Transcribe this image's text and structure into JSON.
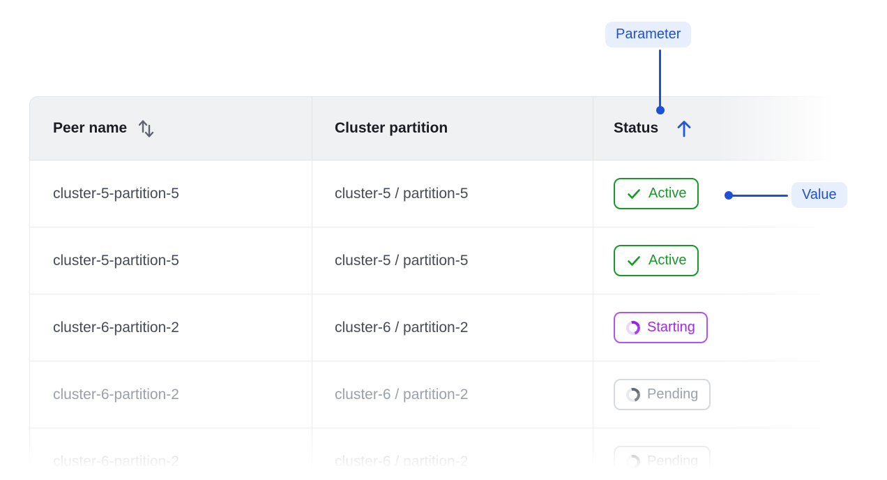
{
  "annotations": {
    "parameter_label": "Parameter",
    "value_label": "Value",
    "accent_color": "#1d4fd8",
    "pill_bg": "#e8effc"
  },
  "table": {
    "columns": [
      {
        "label": "Peer name",
        "sort_icon": "up-down-gray",
        "sort_state": "sortable"
      },
      {
        "label": "Cluster partition",
        "sort_icon": "none",
        "sort_state": "none"
      },
      {
        "label": "Status",
        "sort_icon": "up-blue",
        "sort_state": "ascending"
      }
    ],
    "rows": [
      {
        "peer_name": "cluster-5-partition-5",
        "cluster_partition": "cluster-5 / partition-5",
        "status": "Active",
        "status_type": "active"
      },
      {
        "peer_name": "cluster-5-partition-5",
        "cluster_partition": "cluster-5 / partition-5",
        "status": "Active",
        "status_type": "active"
      },
      {
        "peer_name": "cluster-6-partition-2",
        "cluster_partition": "cluster-6 / partition-2",
        "status": "Starting",
        "status_type": "starting"
      },
      {
        "peer_name": "cluster-6-partition-2",
        "cluster_partition": "cluster-6 / partition-2",
        "status": "Pending",
        "status_type": "pending"
      },
      {
        "peer_name": "cluster-6-partition-2",
        "cluster_partition": "cluster-6 / partition-2",
        "status": "Pending",
        "status_type": "pending"
      }
    ]
  },
  "status_colors": {
    "active": "#169a26",
    "starting": "#a228ed",
    "pending": "#9aa1ac"
  }
}
